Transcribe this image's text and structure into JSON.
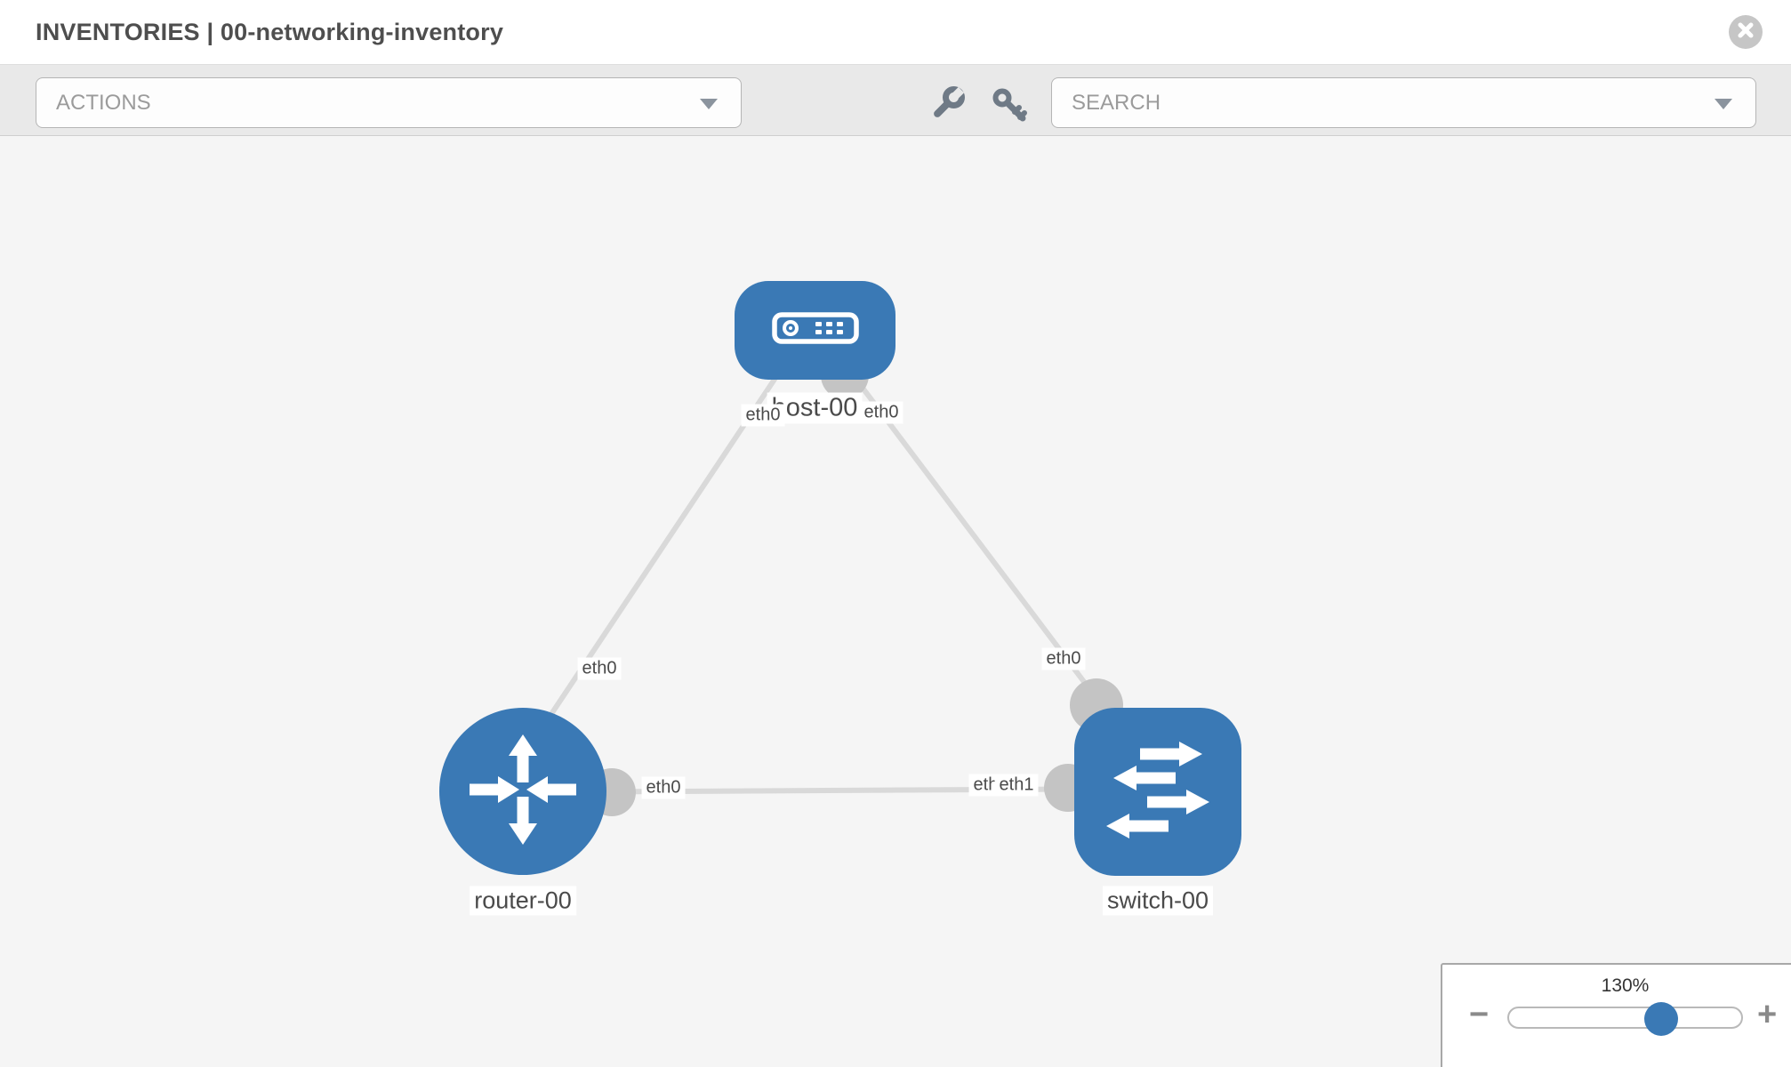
{
  "header": {
    "title": "INVENTORIES | 00-networking-inventory"
  },
  "toolbar": {
    "actions_dropdown": {
      "label": "ACTIONS"
    },
    "tools": [
      {
        "icon": "wrench-icon"
      },
      {
        "icon": "key-icon"
      }
    ],
    "search_dropdown": {
      "label": "SEARCH"
    }
  },
  "canvas": {
    "nodes": [
      {
        "id": "host-00",
        "label": "host-00",
        "type": "host",
        "icon": "host-icon"
      },
      {
        "id": "router-00",
        "label": "router-00",
        "type": "router",
        "icon": "router-icon"
      },
      {
        "id": "switch-00",
        "label": "switch-00",
        "type": "switch",
        "icon": "switch-icon"
      }
    ],
    "links": [
      {
        "from": "host-00",
        "to": "router-00",
        "from_iface": "eth0",
        "to_iface": "eth0"
      },
      {
        "from": "host-00",
        "to": "switch-00",
        "from_iface": "eth0",
        "to_iface": "eth0"
      },
      {
        "from": "router-00",
        "to": "switch-00",
        "from_iface": "eth0",
        "to_iface": "eth1"
      }
    ],
    "interface_labels": [
      {
        "text": "eth0"
      },
      {
        "text": "eth0"
      },
      {
        "text": "eth0"
      },
      {
        "text": "eth0"
      },
      {
        "text": "eth0"
      },
      {
        "text": "eth0"
      },
      {
        "text": "eth1"
      }
    ]
  },
  "zoom_panel": {
    "percent": "130%",
    "minus": "−",
    "plus": "+"
  },
  "colors": {
    "node_blue": "#3a79b5",
    "link_gray": "#d9d9d9",
    "connector_gray": "#c4c4c4",
    "toolbar_bg": "#e9e9e9",
    "canvas_bg": "#f5f5f5"
  }
}
